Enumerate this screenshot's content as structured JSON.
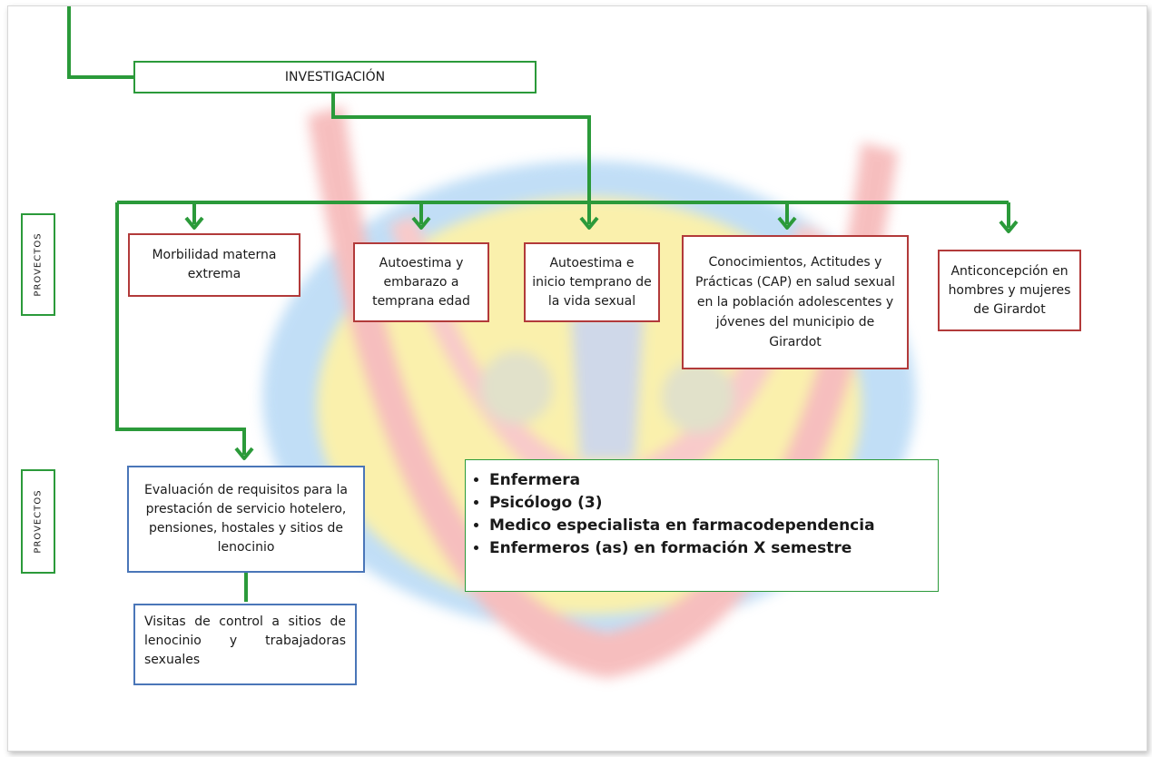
{
  "diagram": {
    "root": {
      "label": "INVESTIGACIÓN"
    },
    "side_labels": [
      "PROVECTOS",
      "PROVECTOS"
    ],
    "projects": [
      {
        "label": "Morbilidad materna extrema"
      },
      {
        "label": "Autoestima y embarazo a temprana edad"
      },
      {
        "label": "Autoestima e inicio temprano de la vida sexual"
      },
      {
        "label": "Conocimientos, Actitudes y Prácticas (CAP) en salud sexual en la población adolescentes y jóvenes del municipio de Girardot"
      },
      {
        "label": "Anticoncepción en hombres y mujeres de Girardot"
      }
    ],
    "second_level": [
      {
        "label": "Evaluación de requisitos para la prestación de servicio hotelero, pensiones, hostales y sitios de lenocinio"
      },
      {
        "label": "Visitas de control a sitios de lenocinio y trabajadoras sexuales"
      }
    ],
    "team": [
      "Enfermera",
      "Psicólogo (3)",
      "Medico especialista en farmacodependencia",
      "Enfermeros (as) en formación X semestre"
    ]
  },
  "colors": {
    "connector": "#2b9a3a",
    "project_border": "#b23a3a",
    "second_level_border": "#4a76b8",
    "team_border": "#2b9a3a"
  }
}
